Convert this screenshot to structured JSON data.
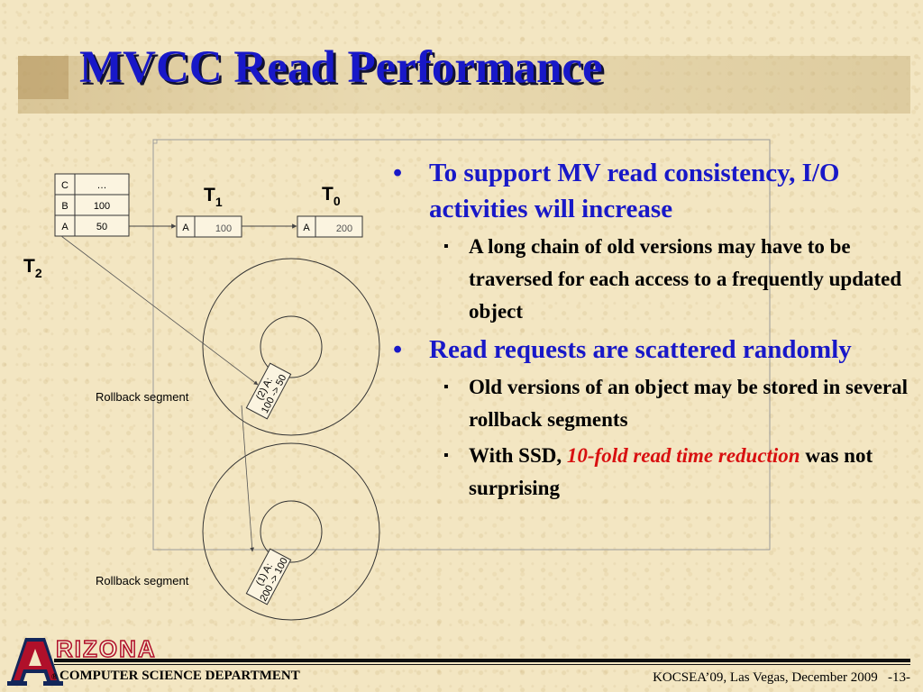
{
  "slide": {
    "title": "MVCC Read Performance"
  },
  "diagram": {
    "table_rows": [
      {
        "key": "C",
        "value": "…"
      },
      {
        "key": "B",
        "value": "100"
      },
      {
        "key": "A",
        "value": "50"
      }
    ],
    "t1_label": "T",
    "t1_sub": "1",
    "t0_label": "T",
    "t0_sub": "0",
    "t2_label": "T",
    "t2_sub": "2",
    "version1": {
      "key": "A",
      "value": "100"
    },
    "version0": {
      "key": "A",
      "value": "200"
    },
    "rollback_label_1": "Rollback segment",
    "rollback_label_2": "Rollback segment",
    "entry1_line1": "(2) A:",
    "entry1_line2": "100 -> 50",
    "entry2_line1": "(1) A:",
    "entry2_line2": "200 -> 100"
  },
  "bullets": [
    {
      "text": "To support MV read consistency, I/O activities will increase",
      "subs": [
        {
          "text": "A long chain of old versions may have to be traversed for each access to a frequently updated object"
        }
      ]
    },
    {
      "text": "Read requests are scattered randomly",
      "subs": [
        {
          "text": "Old versions of an object may be stored in several rollback segments"
        },
        {
          "prefix": "With SSD, ",
          "emph": "10-fold read time reduction",
          "suffix": " was not surprising"
        }
      ]
    }
  ],
  "bullet_glyph": "•",
  "sub_glyph": "▪",
  "footer": {
    "wordmark": "RIZONA",
    "registered": "®",
    "department": "COMPUTER SCIENCE DEPARTMENT",
    "conference": "KOCSEA’09, Las Vegas, December 2009",
    "page": "-13-"
  },
  "colors": {
    "title": "#1818c8",
    "bullet_main": "#1818c8",
    "emphasis": "#d81010",
    "logo_red": "#b0102a",
    "logo_blue": "#12265a"
  }
}
